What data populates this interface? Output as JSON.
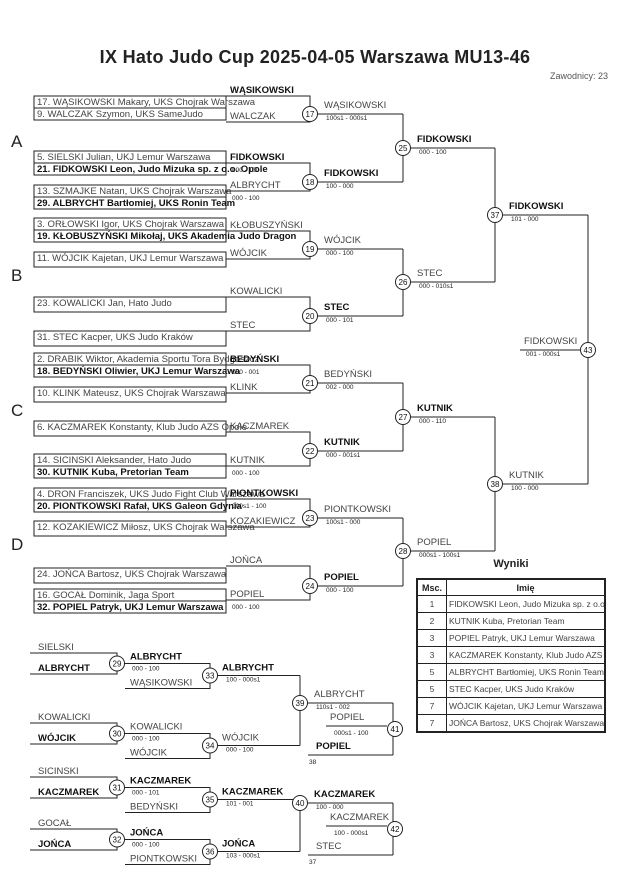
{
  "header": {
    "title": "IX Hato Judo Cup  2025-04-05  Warszawa   MU13-46",
    "competitors": "Zawodnicy: 23"
  },
  "groups": [
    "A",
    "B",
    "C",
    "D"
  ],
  "entries": [
    "17. WĄSIKOWSKI Makary, UKS Chojrak Warszawa",
    "9. WALCZAK Szymon, UKS SameJudo",
    "5. SIELSKI Julian, UKJ Lemur Warszawa",
    "21. FIDKOWSKI Leon, Judo Mizuka sp. z o.o. Opole",
    "13. SZMAJKE Natan, UKS Chojrak Warszawa",
    "29. ALBRYCHT Bartłomiej, UKS Ronin Team",
    "3. ORŁOWSKI Igor, UKS Chojrak Warszawa",
    "19. KŁOBUSZYŃSKI Mikołaj, UKS Akademia Judo Dragon",
    "11. WÓJCIK Kajetan, UKJ Lemur Warszawa",
    "23. KOWALICKI Jan, Hato Judo",
    "31. STEC Kacper, UKS Judo Kraków",
    "2. DRABIK Wiktor, Akademia Sportu Tora Bydgoszcz",
    "18. BEDYŃSKI Oliwier, UKJ Lemur Warszawa",
    "10. KLINK Mateusz, UKS Chojrak Warszawa",
    "6. KACZMAREK Konstanty, Klub Judo AZS Opole",
    "14. SICINSKI Aleksander, Hato Judo",
    "30. KUTNIK Kuba, Pretorian Team",
    "4. DRON Franciszek, UKS Judo Fight Club Warszawa",
    "20. PIONTKOWSKI Rafał, UKS Galeon Gdynia",
    "12. KOZAKIEWICZ Miłosz, UKS Chojrak Warszawa",
    "24. JOŃCA Bartosz, UKS Chojrak Warszawa",
    "16. GOCAŁ Dominik, Jaga Sport",
    "32. POPIEL Patryk, UKJ Lemur Warszawa"
  ],
  "r1": [
    {
      "name": "WĄSIKOWSKI",
      "score": ""
    },
    {
      "name": "WALCZAK",
      "score": ""
    },
    {
      "name": "FIDKOWSKI",
      "score": "000 - 100"
    },
    {
      "name": "ALBRYCHT",
      "score": "000 - 100"
    },
    {
      "name": "KŁOBUSZYŃSKI",
      "score": ""
    },
    {
      "name": "WÓJCIK",
      "score": ""
    },
    {
      "name": "KOWALICKI",
      "score": ""
    },
    {
      "name": "STEC",
      "score": ""
    },
    {
      "name": "BEDYŃSKI",
      "score": "000 - 001"
    },
    {
      "name": "KLINK",
      "score": ""
    },
    {
      "name": "KACZMAREK",
      "score": ""
    },
    {
      "name": "KUTNIK",
      "score": "000 - 100"
    },
    {
      "name": "PIONTKOWSKI",
      "score": "000s1 - 100"
    },
    {
      "name": "KOZAKIEWICZ",
      "score": ""
    },
    {
      "name": "JOŃCA",
      "score": ""
    },
    {
      "name": "POPIEL",
      "score": "000 - 100"
    }
  ],
  "r2": [
    {
      "num": "17",
      "name": "WĄSIKOWSKI",
      "score": "100s1 - 000s1"
    },
    {
      "num": "18",
      "name": "FIDKOWSKI",
      "score": "100 - 000"
    },
    {
      "num": "19",
      "name": "WÓJCIK",
      "score": "000 - 100"
    },
    {
      "num": "20",
      "name": "STEC",
      "score": "000 - 101"
    },
    {
      "num": "21",
      "name": "BEDYŃSKI",
      "score": "002 - 000"
    },
    {
      "num": "22",
      "name": "KUTNIK",
      "score": "000 - 001s1"
    },
    {
      "num": "23",
      "name": "PIONTKOWSKI",
      "score": "100s1 - 000"
    },
    {
      "num": "24",
      "name": "POPIEL",
      "score": "000 - 100"
    }
  ],
  "r3": [
    {
      "num": "25",
      "name": "FIDKOWSKI",
      "score": "000 - 100"
    },
    {
      "num": "26",
      "name": "STEC",
      "score": "000 - 010s1"
    },
    {
      "num": "27",
      "name": "KUTNIK",
      "score": "000 - 110"
    },
    {
      "num": "28",
      "name": "POPIEL",
      "score": "000s1 - 100s1"
    }
  ],
  "r4": [
    {
      "num": "37",
      "name": "FIDKOWSKI",
      "score": "101 - 000"
    },
    {
      "num": "38",
      "name": "KUTNIK",
      "score": "100 - 000"
    }
  ],
  "final": {
    "num": "43",
    "name": "FIDKOWSKI",
    "score": "001 - 000s1"
  },
  "repechage": {
    "r1": [
      {
        "top": "SIELSKI",
        "bottom": "ALBRYCHT",
        "num": "29",
        "winner": "ALBRYCHT",
        "score": "000 - 100",
        "loser": "WĄSIKOWSKI"
      },
      {
        "top": "KOWALICKI",
        "bottom": "WÓJCIK",
        "num": "30",
        "winner": "KOWALICKI",
        "score": "000 - 100",
        "loser": "WÓJCIK"
      },
      {
        "top": "SICINSKI",
        "bottom": "KACZMAREK",
        "num": "31",
        "winner": "KACZMAREK",
        "score": "000 - 101",
        "loser": "BEDYŃSKI"
      },
      {
        "top": "GOCAŁ",
        "bottom": "JOŃCA",
        "num": "32",
        "winner": "JOŃCA",
        "score": "000 - 100",
        "loser": "PIONTKOWSKI"
      }
    ],
    "r2": [
      {
        "num": "33",
        "name": "ALBRYCHT",
        "score": "100 - 000s1"
      },
      {
        "num": "34",
        "name": "WÓJCIK",
        "score": "000 - 100"
      },
      {
        "num": "35",
        "name": "KACZMAREK",
        "score": "101 - 001"
      },
      {
        "num": "36",
        "name": "JOŃCA",
        "score": "103 - 000s1"
      }
    ],
    "r3": [
      {
        "num": "39",
        "name": "ALBRYCHT",
        "score": "110s1 - 002",
        "opponent": "POPIEL",
        "score2": "000s1 - 100",
        "seed": "POPIEL",
        "seed_num": "38"
      },
      {
        "num": "40",
        "name": "KACZMAREK",
        "score": "100 - 000",
        "opponent": "KACZMAREK",
        "score2": "100 - 000s1",
        "seed": "STEC",
        "seed_num": "37"
      }
    ],
    "bronze": [
      {
        "num": "41"
      },
      {
        "num": "42"
      }
    ]
  },
  "results": {
    "title": "Wyniki",
    "col_place": "Msc.",
    "col_name": "Imię",
    "rows": [
      {
        "place": "1",
        "name": "FIDKOWSKI Leon, Judo Mizuka sp. z o.o. Opole"
      },
      {
        "place": "2",
        "name": "KUTNIK Kuba, Pretorian Team"
      },
      {
        "place": "3",
        "name": "POPIEL Patryk, UKJ Lemur Warszawa"
      },
      {
        "place": "3",
        "name": "KACZMAREK Konstanty, Klub Judo AZS Opole"
      },
      {
        "place": "5",
        "name": "ALBRYCHT Bartłomiej, UKS Ronin Team"
      },
      {
        "place": "5",
        "name": "STEC Kacper, UKS Judo Kraków"
      },
      {
        "place": "7",
        "name": "WÓJCIK Kajetan, UKJ Lemur Warszawa"
      },
      {
        "place": "7",
        "name": "JOŃCA Bartosz, UKS Chojrak Warszawa"
      }
    ]
  }
}
